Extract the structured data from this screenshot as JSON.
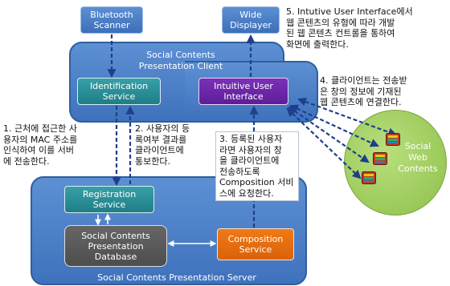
{
  "nodes": {
    "bluetooth_scanner": "Bluetooth\nScanner",
    "wide_displayer": "Wide\nDisplayer",
    "identification_service": "Identification\nService",
    "intuitive_ui": "Intuitive User\nInterface",
    "registration_service": "Registration\nService",
    "database": "Social Contents\nPresentation\nDatabase",
    "composition_service": "Composition\nService"
  },
  "regions": {
    "client_title": "Social Contents\nPresentation Client",
    "server_title": "Social Contents Presentation Server",
    "social_web_contents": "Social\nWeb\nContents"
  },
  "notes": {
    "step1": "1. 근처에 접근한 사\n용자의 MAC 주소를\n인식하여 이를 서버\n에 전송한다.",
    "step2": "2. 사용자의 등\n록여부 결과를\n클라이언트에\n통보한다.",
    "step3": "3. 등록된 사용자\n라면 사용자의 창\n을 클라이언트에\n전송하도록\nComposition 서비\n스에 요청한다.",
    "step4": "4. 클라이언트는 전송받\n은 창의 정보에 기재된\n웹 콘텐츠에 연결한다.",
    "step5": "5. Intutive User Interface에서\n웹 콘텐츠의 유형에 따라 개발\n된 웹 콘텐츠 컨트롤을 통하여\n화면에 출력한다."
  },
  "colors": {
    "region_blue": "#4a7fc8",
    "teal": "#2a8f97",
    "purple": "#6a27a8",
    "gray": "#595959",
    "orange": "#e86e10",
    "green": "#9fcc5e",
    "arrow_navy": "#1f3e8c"
  }
}
